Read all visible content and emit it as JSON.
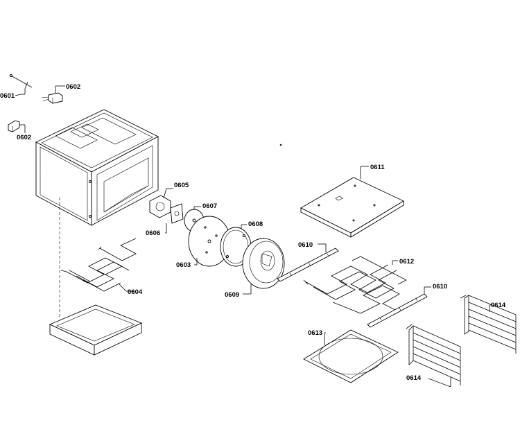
{
  "callouts": [
    {
      "id": "c0601",
      "text": "0601"
    },
    {
      "id": "c0602a",
      "text": "0602"
    },
    {
      "id": "c0602b",
      "text": "0602"
    },
    {
      "id": "c0603",
      "text": "0603"
    },
    {
      "id": "c0604",
      "text": "0604"
    },
    {
      "id": "c0605",
      "text": "0605"
    },
    {
      "id": "c0606",
      "text": "0606"
    },
    {
      "id": "c0607",
      "text": "0607"
    },
    {
      "id": "c0608",
      "text": "0608"
    },
    {
      "id": "c0609",
      "text": "0609"
    },
    {
      "id": "c0610a",
      "text": "0610"
    },
    {
      "id": "c0610b",
      "text": "0610"
    },
    {
      "id": "c0611",
      "text": "0611"
    },
    {
      "id": "c0612",
      "text": "0612"
    },
    {
      "id": "c0613",
      "text": "0613"
    },
    {
      "id": "c0614a",
      "text": "0614"
    },
    {
      "id": "c0614b",
      "text": "0614"
    }
  ]
}
